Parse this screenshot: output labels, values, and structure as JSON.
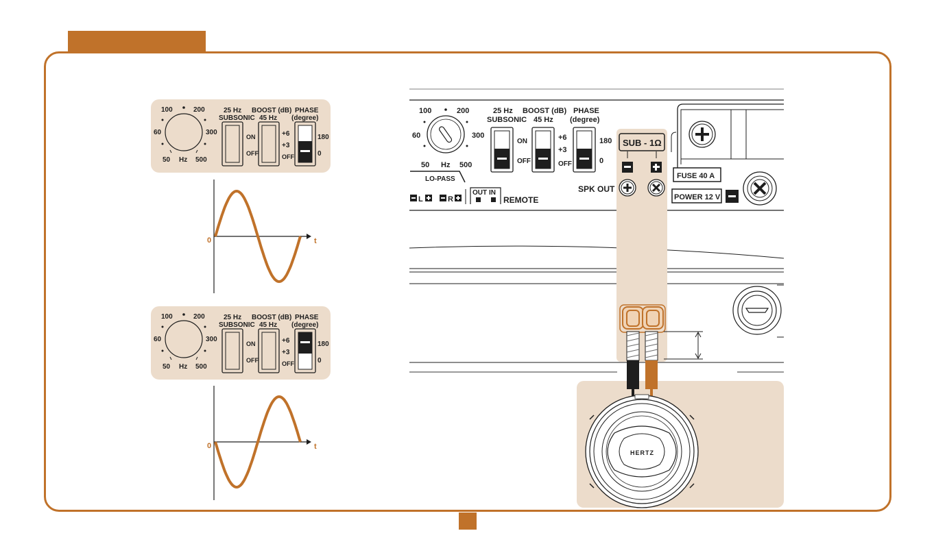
{
  "colors": {
    "accent": "#c0722a",
    "panel_fill": "#ecdccb",
    "wire_black": "#1e1e1e",
    "wire_orange": "#c0722a"
  },
  "control_panel": {
    "lowpass_dial": {
      "ticks": [
        "100",
        "200",
        "60",
        "300",
        "50",
        "Hz",
        "500"
      ],
      "name": "LO-PASS"
    },
    "subsonic": {
      "line1": "25 Hz",
      "line2": "SUBSONIC"
    },
    "boost": {
      "line1": "BOOST (dB)",
      "line2": "45 Hz",
      "on": "ON",
      "off": "OFF",
      "plus6": "+6",
      "plus3": "+3",
      "off2": "OFF"
    },
    "phase": {
      "line1": "PHASE",
      "line2": "(degree)",
      "v180": "180",
      "v0": "0"
    }
  },
  "phase_examples": [
    {
      "phase_setting": "0",
      "curve": "sine-up-first"
    },
    {
      "phase_setting": "180",
      "curve": "sine-down-first"
    }
  ],
  "graph_labels": {
    "origin": "0",
    "time_axis": "t"
  },
  "amplifier": {
    "input_label_l": "L",
    "input_label_r": "R",
    "remote": {
      "out": "OUT",
      "in": "IN",
      "label": "REMOTE"
    },
    "spk_out": "SPK OUT",
    "sub_badge": "SUB - 1Ω",
    "fuse": "FUSE 40 A",
    "power": "POWER 12 V",
    "speaker_brand": "HERTZ"
  }
}
